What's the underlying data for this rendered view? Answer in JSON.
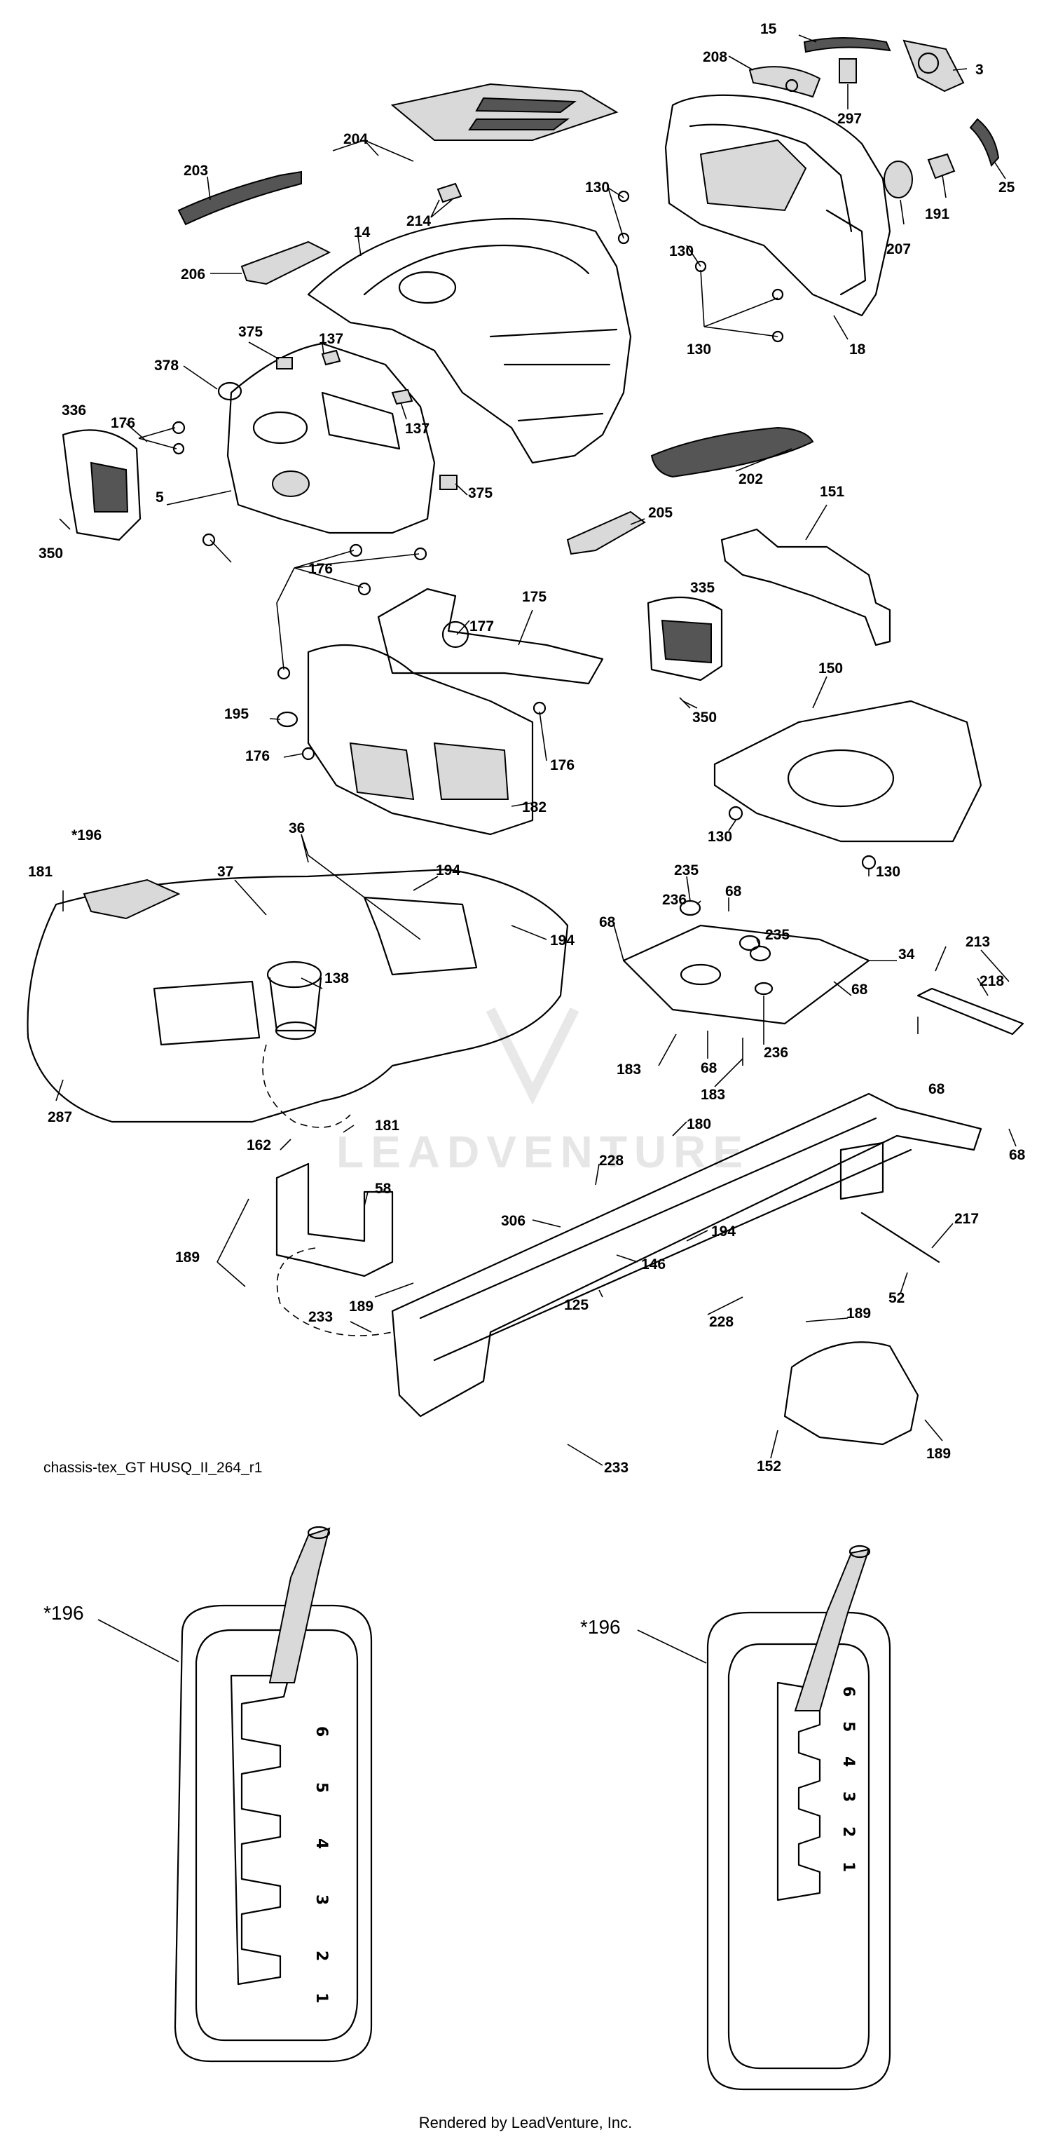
{
  "watermark": "LEADVENTURE",
  "caption": "chassis-tex_GT HUSQ_II_264_r1",
  "footer": "Rendered by LeadVenture, Inc.",
  "detail_left": {
    "label": "*196",
    "gears": [
      "6",
      "5",
      "4",
      "3",
      "2",
      "1"
    ]
  },
  "detail_right": {
    "label": "*196",
    "gears": [
      "6",
      "5",
      "4",
      "3",
      "2",
      "1"
    ]
  },
  "callouts": [
    {
      "id": "c1",
      "text": "15"
    },
    {
      "id": "c2",
      "text": "208"
    },
    {
      "id": "c3",
      "text": "3"
    },
    {
      "id": "c4",
      "text": "297"
    },
    {
      "id": "c5",
      "text": "204"
    },
    {
      "id": "c6",
      "text": "203"
    },
    {
      "id": "c7",
      "text": "214"
    },
    {
      "id": "c8",
      "text": "130"
    },
    {
      "id": "c9",
      "text": "130"
    },
    {
      "id": "c10",
      "text": "25"
    },
    {
      "id": "c11",
      "text": "191"
    },
    {
      "id": "c12",
      "text": "207"
    },
    {
      "id": "c13",
      "text": "14"
    },
    {
      "id": "c14",
      "text": "206"
    },
    {
      "id": "c15",
      "text": "130"
    },
    {
      "id": "c16",
      "text": "18"
    },
    {
      "id": "c17",
      "text": "375"
    },
    {
      "id": "c18",
      "text": "137"
    },
    {
      "id": "c19",
      "text": "378"
    },
    {
      "id": "c20",
      "text": "137"
    },
    {
      "id": "c21",
      "text": "336"
    },
    {
      "id": "c22",
      "text": "176"
    },
    {
      "id": "c23",
      "text": "202"
    },
    {
      "id": "c24",
      "text": "5"
    },
    {
      "id": "c25",
      "text": "375"
    },
    {
      "id": "c26",
      "text": "350"
    },
    {
      "id": "c27",
      "text": "205"
    },
    {
      "id": "c28",
      "text": "151"
    },
    {
      "id": "c29",
      "text": "176"
    },
    {
      "id": "c30",
      "text": "175"
    },
    {
      "id": "c31",
      "text": "335"
    },
    {
      "id": "c32",
      "text": "177"
    },
    {
      "id": "c33",
      "text": "150"
    },
    {
      "id": "c34",
      "text": "195"
    },
    {
      "id": "c35",
      "text": "350"
    },
    {
      "id": "c36",
      "text": "176"
    },
    {
      "id": "c37",
      "text": "176"
    },
    {
      "id": "c38",
      "text": "182"
    },
    {
      "id": "c39",
      "text": "130"
    },
    {
      "id": "c40",
      "text": "130"
    },
    {
      "id": "c41",
      "text": "*196"
    },
    {
      "id": "c42",
      "text": "36"
    },
    {
      "id": "c43",
      "text": "181"
    },
    {
      "id": "c44",
      "text": "37"
    },
    {
      "id": "c45",
      "text": "194"
    },
    {
      "id": "c46",
      "text": "235"
    },
    {
      "id": "c47",
      "text": "194"
    },
    {
      "id": "c48",
      "text": "236"
    },
    {
      "id": "c49",
      "text": "68"
    },
    {
      "id": "c50",
      "text": "68"
    },
    {
      "id": "c51",
      "text": "235"
    },
    {
      "id": "c52",
      "text": "213"
    },
    {
      "id": "c53",
      "text": "138"
    },
    {
      "id": "c54",
      "text": "34"
    },
    {
      "id": "c55",
      "text": "218"
    },
    {
      "id": "c56",
      "text": "68"
    },
    {
      "id": "c57",
      "text": "287"
    },
    {
      "id": "c58",
      "text": "183"
    },
    {
      "id": "c59",
      "text": "236"
    },
    {
      "id": "c60",
      "text": "68"
    },
    {
      "id": "c61",
      "text": "68"
    },
    {
      "id": "c62",
      "text": "183"
    },
    {
      "id": "c63",
      "text": "181"
    },
    {
      "id": "c64",
      "text": "162"
    },
    {
      "id": "c65",
      "text": "180"
    },
    {
      "id": "c66",
      "text": "68"
    },
    {
      "id": "c67",
      "text": "228"
    },
    {
      "id": "c68",
      "text": "58"
    },
    {
      "id": "c69",
      "text": "217"
    },
    {
      "id": "c70",
      "text": "306"
    },
    {
      "id": "c71",
      "text": "194"
    },
    {
      "id": "c72",
      "text": "189"
    },
    {
      "id": "c73",
      "text": "146"
    },
    {
      "id": "c74",
      "text": "52"
    },
    {
      "id": "c75",
      "text": "125"
    },
    {
      "id": "c76",
      "text": "189"
    },
    {
      "id": "c77",
      "text": "228"
    },
    {
      "id": "c78",
      "text": "189"
    },
    {
      "id": "c79",
      "text": "233"
    },
    {
      "id": "c80",
      "text": "189"
    },
    {
      "id": "c81",
      "text": "152"
    },
    {
      "id": "c82",
      "text": "233"
    }
  ]
}
